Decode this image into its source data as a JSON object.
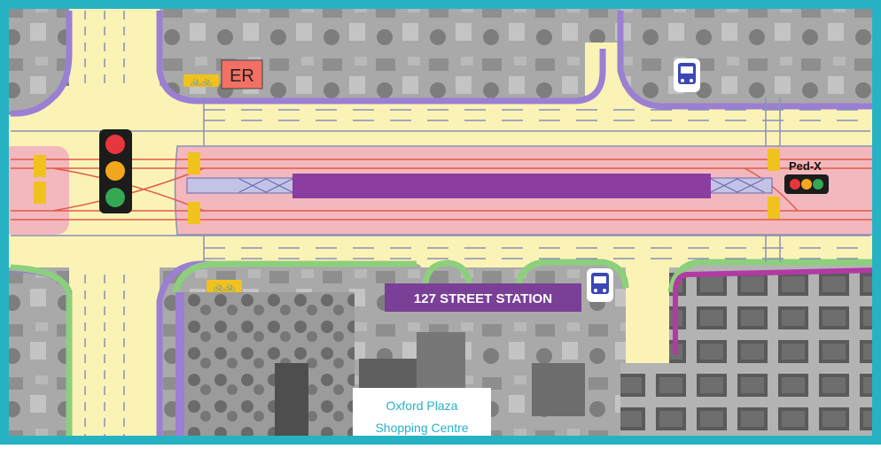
{
  "station_label": "127 STREET STATION",
  "er_label": "ER",
  "pedx_label": "Ped-X",
  "plaza_line1": "Oxford Plaza",
  "plaza_line2": "Shopping Centre",
  "bike_symbol": "🚲🚲",
  "bus_icon": "bus-stop-icon",
  "traffic_light_icon": "traffic-light-icon",
  "pedx_light_icon": "pedestrian-crossing-signal-icon",
  "colors": {
    "border": "#27b2c4",
    "road": "#fbf3b6",
    "lrt_corridor": "#f3b8bd",
    "platform": "#8c3ea0",
    "curb": "#9a7fd3",
    "green_edge": "#8ccf7c",
    "magenta_path": "#b13aa3",
    "crossing": "#f0c21d",
    "label_bg": "#7a3f97"
  }
}
